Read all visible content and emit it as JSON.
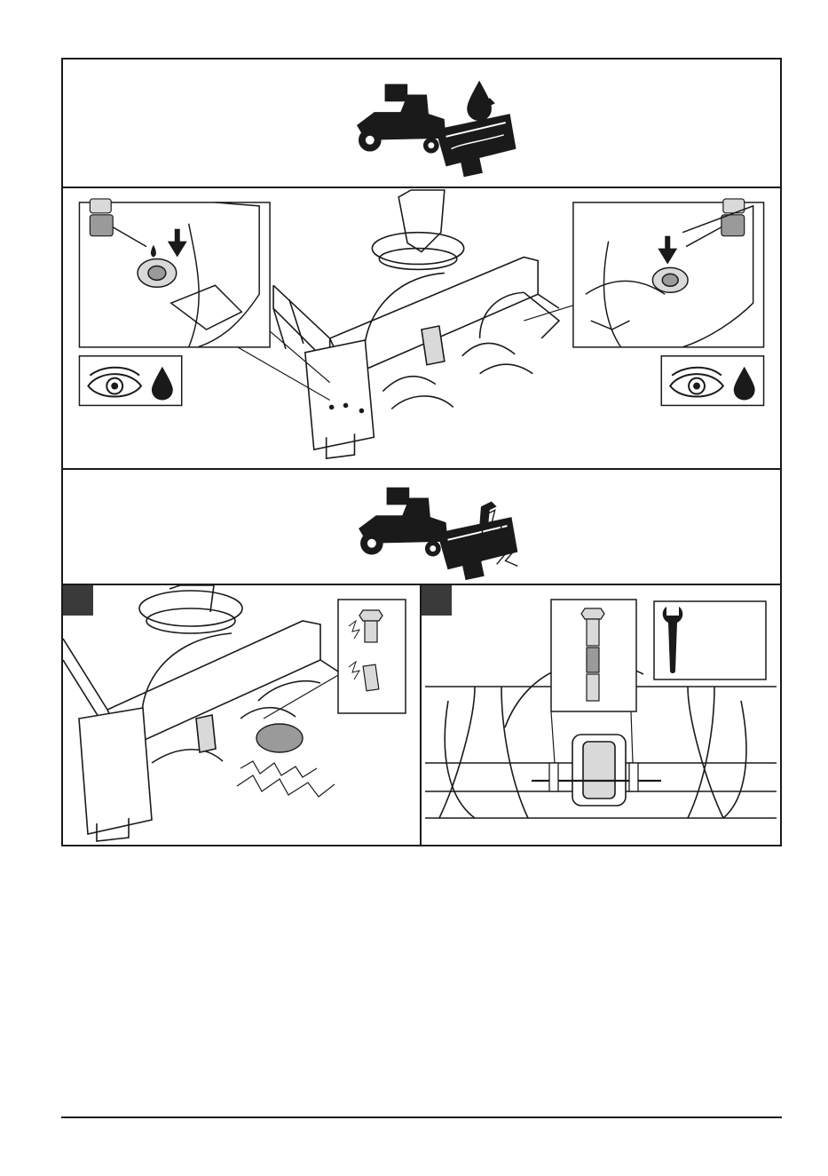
{
  "sections": [
    {
      "name": "lubricate",
      "icons": [
        "tractor-snowthrower-icon",
        "oil-drop-icon"
      ]
    },
    {
      "name": "lubrication-detail",
      "icons": [
        "oil-can-icon",
        "eye-icon",
        "oil-drop-icon"
      ]
    },
    {
      "name": "shear-bolt-break",
      "icons": [
        "tractor-snowthrower-icon",
        "impact-icon"
      ]
    },
    {
      "name": "shear-bolt-replace",
      "icons": [
        "shear-bolt-icon",
        "wrench-icon"
      ]
    }
  ],
  "step_markers": {
    "a": "",
    "b": ""
  },
  "colors": {
    "line": "#1a1a1a",
    "fill_dark": "#1a1a1a",
    "fill_gray": "#9a9a9a",
    "fill_light": "#d9d9d9",
    "marker": "#3a3a3a"
  }
}
